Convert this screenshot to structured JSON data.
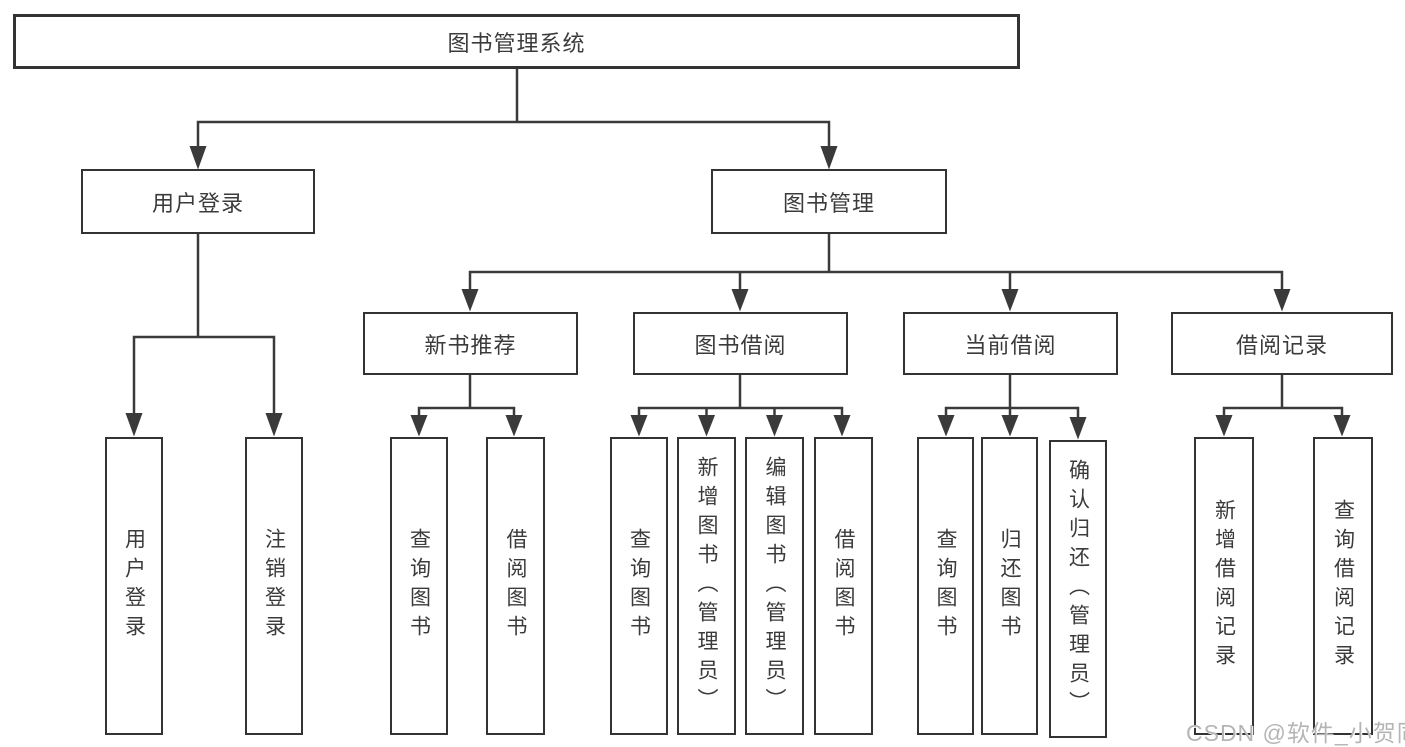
{
  "diagram": {
    "watermark": "CSDN @软件_小贺同学",
    "colors": {
      "line": "#3a3a3a",
      "box_border": "#333333",
      "text": "#3b3b3b",
      "watermark": "#b5b5b5",
      "background": "#ffffff"
    },
    "root": {
      "label": "图书管理系统",
      "children": [
        {
          "label": "用户登录",
          "children": [
            {
              "label": "用户登录"
            },
            {
              "label": "注销登录"
            }
          ]
        },
        {
          "label": "图书管理",
          "children": [
            {
              "label": "新书推荐",
              "children": [
                {
                  "label": "查询图书"
                },
                {
                  "label": "借阅图书"
                }
              ]
            },
            {
              "label": "图书借阅",
              "children": [
                {
                  "label": "查询图书"
                },
                {
                  "label": "新增图书（管理员）"
                },
                {
                  "label": "编辑图书（管理员）"
                },
                {
                  "label": "借阅图书"
                }
              ]
            },
            {
              "label": "当前借阅",
              "children": [
                {
                  "label": "查询图书"
                },
                {
                  "label": "归还图书"
                },
                {
                  "label": "确认归还（管理员）"
                }
              ]
            },
            {
              "label": "借阅记录",
              "children": [
                {
                  "label": "新增借阅记录"
                },
                {
                  "label": "查询借阅记录"
                }
              ]
            }
          ]
        }
      ]
    }
  }
}
